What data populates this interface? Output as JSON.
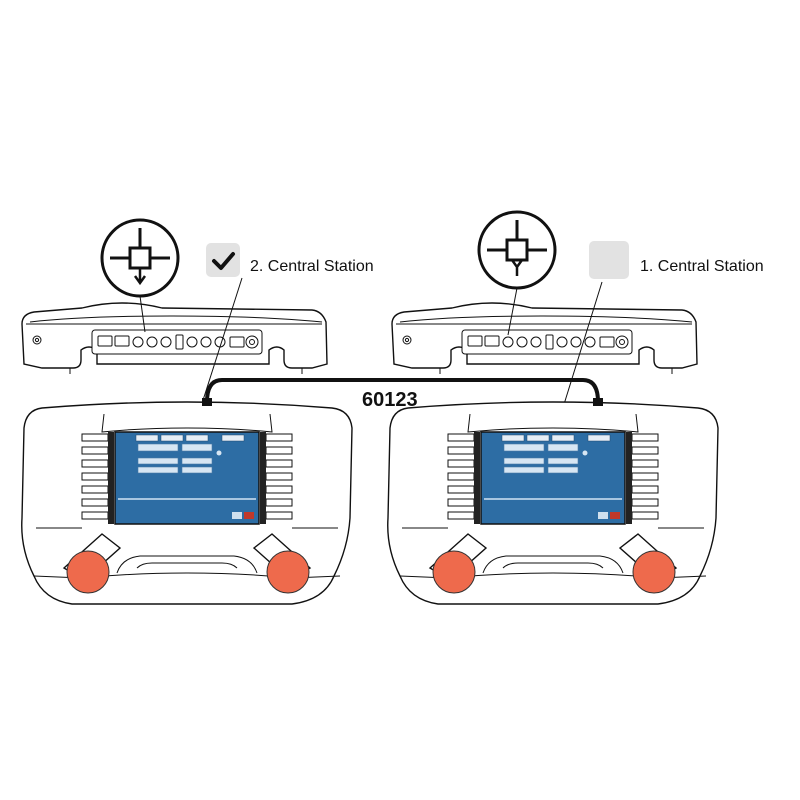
{
  "stations": [
    {
      "id": "left",
      "label": "2. Central Station",
      "checked": true,
      "checkbox_icon": "checkmark-icon",
      "connector_icon": "connector-out-icon"
    },
    {
      "id": "right",
      "label": "1. Central Station",
      "checked": false,
      "checkbox_icon": "empty-checkbox",
      "connector_icon": "connector-in-icon"
    }
  ],
  "cable": {
    "label": "60123"
  },
  "colors": {
    "knob": "#ee6a4c",
    "screen": "#2d6da4",
    "checkbox": "#e2e2e2",
    "ink": "#111111"
  }
}
